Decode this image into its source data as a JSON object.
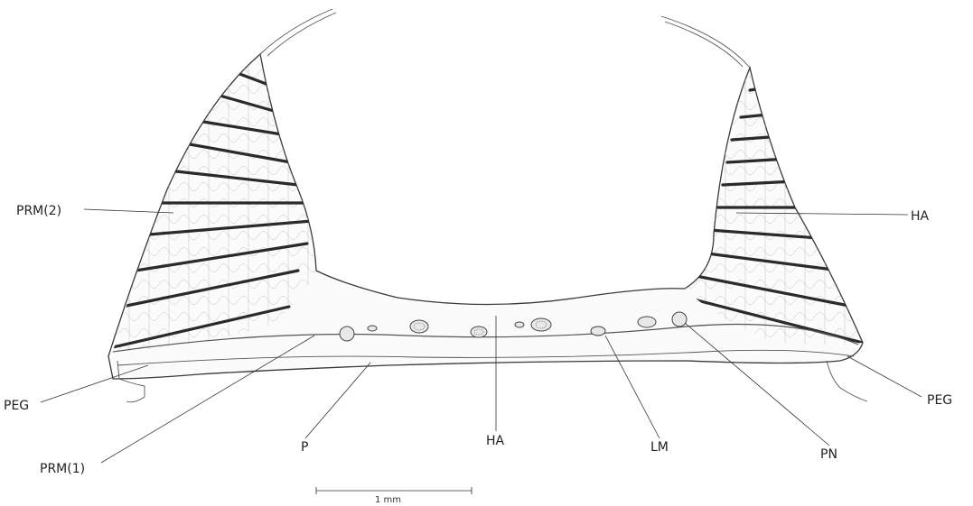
{
  "labels": {
    "prm2": "PRM(2)",
    "ha_right": "HA",
    "peg_left": "PEG",
    "peg_right": "PEG",
    "prm1": "PRM(1)",
    "p": "P",
    "ha_center": "HA",
    "lm": "LM",
    "pn": "PN"
  },
  "scale_bar": {
    "label": "1 mm"
  }
}
